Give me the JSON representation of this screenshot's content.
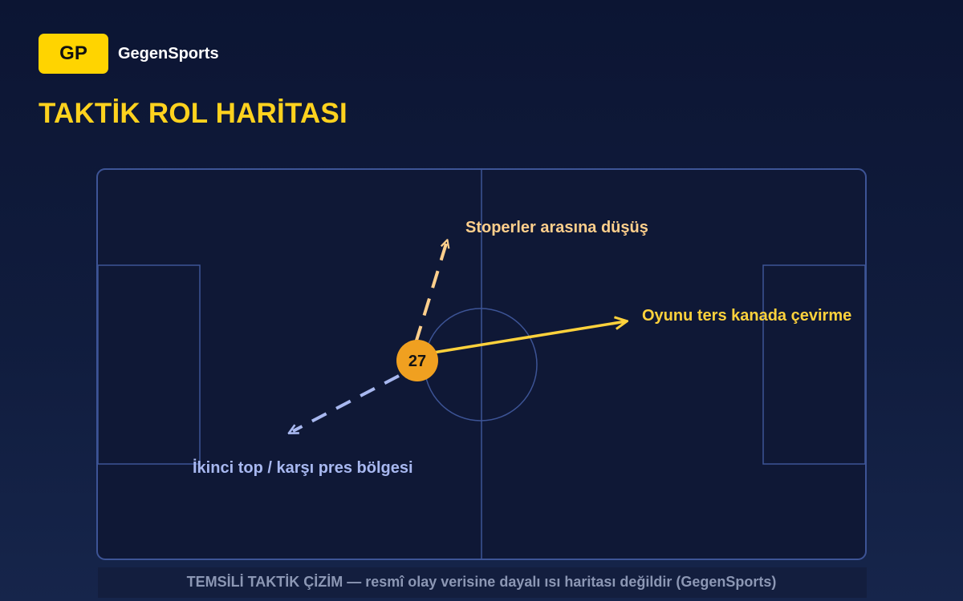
{
  "brand": {
    "logo_text": "GP",
    "name": "GegenSports",
    "logo_color": "#ffd400"
  },
  "title": "TAKTİK ROL HARİTASI",
  "pitch": {
    "line_color": "#3d5496",
    "fill": "#0f1836"
  },
  "player": {
    "number": "27",
    "color": "#f0a020"
  },
  "arrows": {
    "drop": {
      "label": "Stoperler arasına düşüş",
      "style": "dashed",
      "color": "#ffcf8c"
    },
    "switch": {
      "label": "Oyunu ters kanada çevirme",
      "style": "solid",
      "color": "#ffd23c"
    },
    "press": {
      "label": "İkinci top / karşı pres bölgesi",
      "style": "dashed",
      "color": "#a8b8f0"
    }
  },
  "footer": {
    "note": "TEMSİLİ TAKTİK ÇİZİM — resmî olay verisine dayalı ısı haritası değildir (GegenSports)"
  }
}
